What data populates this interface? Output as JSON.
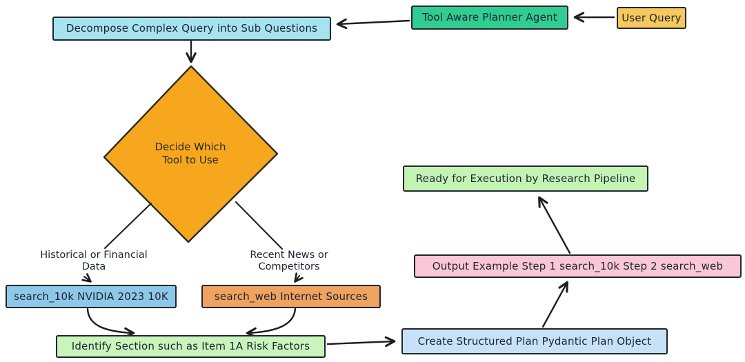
{
  "canvas": {
    "background": "#ffffff",
    "stroke_color": "#1e1e1e",
    "text_color": "#1d2430"
  },
  "nodes": {
    "user_query": {
      "label": "User Query",
      "fill": "#f6c85d"
    },
    "planner_agent": {
      "label": "Tool Aware Planner Agent",
      "fill": "#2fcd91"
    },
    "decompose": {
      "label": "Decompose Complex Query into Sub Questions",
      "fill": "#a5e3ee"
    },
    "decide_tool": {
      "line1": "Decide Which",
      "line2": "Tool to Use",
      "fill": "#f7a71e"
    },
    "search_10k": {
      "label": "search_10k NVIDIA 2023 10K",
      "fill": "#8ec8e8"
    },
    "search_web": {
      "label": "search_web Internet Sources",
      "fill": "#efa35f"
    },
    "identify_section": {
      "label": "Identify Section such as Item 1A Risk Factors",
      "fill": "#c9f4bc"
    },
    "create_plan": {
      "label": "Create Structured Plan Pydantic Plan Object",
      "fill": "#c7e1f8"
    },
    "output_example": {
      "label": "Output Example Step 1 search_10k Step 2 search_web",
      "fill": "#f9c7d5"
    },
    "ready_execution": {
      "label": "Ready for Execution by Research Pipeline",
      "fill": "#c3f4b3"
    }
  },
  "edge_labels": {
    "historical": {
      "line1": "Historical or Financial",
      "line2": "Data"
    },
    "recent": {
      "line1": "Recent News or",
      "line2": "Competitors"
    }
  }
}
